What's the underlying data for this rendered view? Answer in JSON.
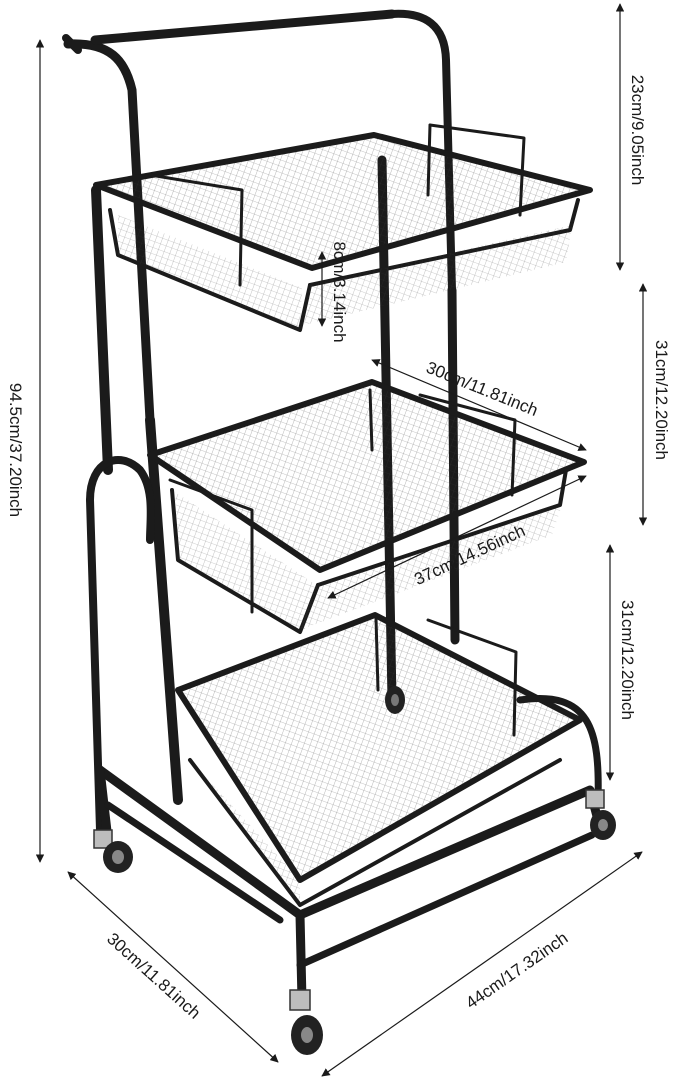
{
  "dimensions": {
    "total_height": "94.5cm/37.20inch",
    "handle_height": "23cm/9.05inch",
    "tier_gap_upper": "31cm/12.20inch",
    "tier_gap_lower": "31cm/12.20inch",
    "basket_depth": "8cm/3.14inch",
    "basket_width_top": "30cm/11.81inch",
    "basket_length": "37cm/14.56inch",
    "base_width": "30cm/11.81inch",
    "base_length": "44cm/17.32inch"
  },
  "colors": {
    "frame": "#1b1b1b",
    "mesh": "#2a2a2a",
    "background": "#ffffff"
  },
  "icons": {
    "caster": "caster-wheel-icon"
  }
}
